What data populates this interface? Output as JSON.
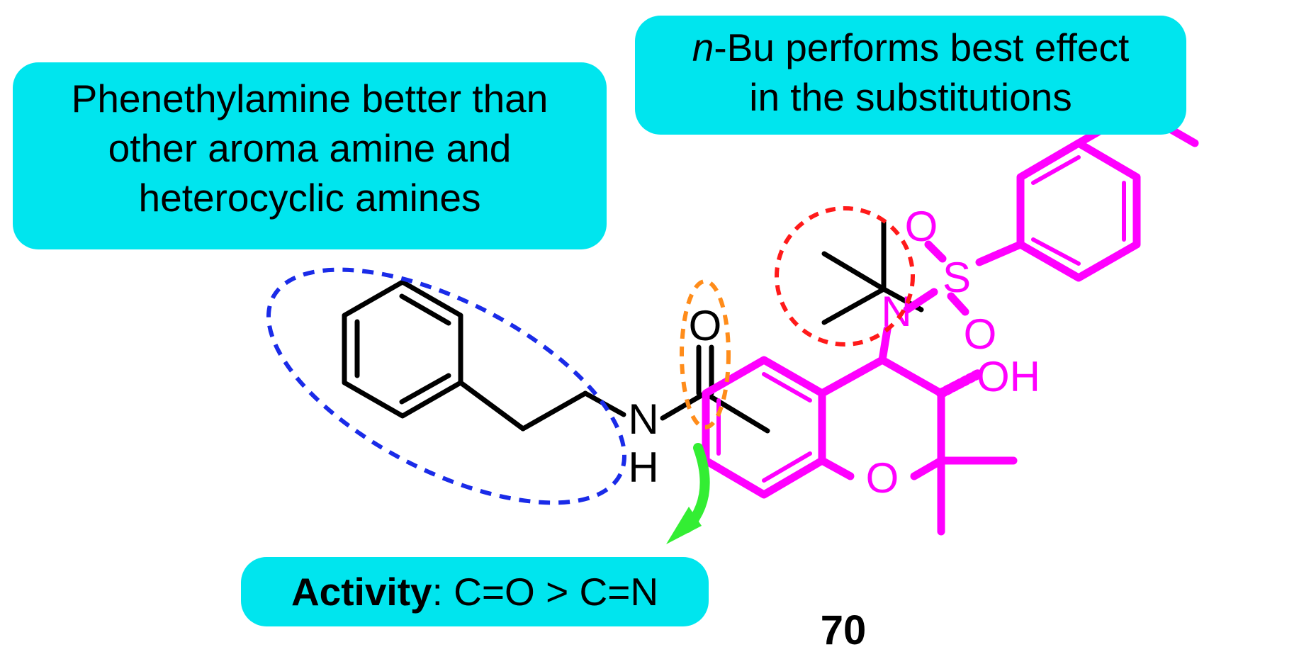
{
  "colors": {
    "callout_fill": "#00e5ee",
    "highlight_scaffold": "#ff00ff",
    "backbone": "#000000",
    "aromatic_ring_marker": "#1a2be8",
    "carbonyl_marker": "#ff8c1a",
    "tert_butyl_marker": "#ff1a1a",
    "activity_arrow": "#33ee33"
  },
  "callouts": {
    "amine": {
      "lines": [
        "Phenethylamine better than",
        "other aroma amine and",
        "heterocyclic amines"
      ]
    },
    "substituent": {
      "italic_prefix": "n",
      "line1_rest": "-Bu performs best effect",
      "line2": "in the substitutions"
    },
    "activity": {
      "bold_label": "Activity",
      "rest": ": C=O > C=N"
    }
  },
  "atoms": {
    "carbonyl_O": "O",
    "amide_N": "N",
    "amide_H": "H",
    "sulfonamide_N": "N",
    "sulfonyl_S": "S",
    "sulfonyl_O_top": "O",
    "sulfonyl_O_bottom": "O",
    "hydroxyl": "OH",
    "ring_O": "O"
  },
  "compound_number": "70"
}
